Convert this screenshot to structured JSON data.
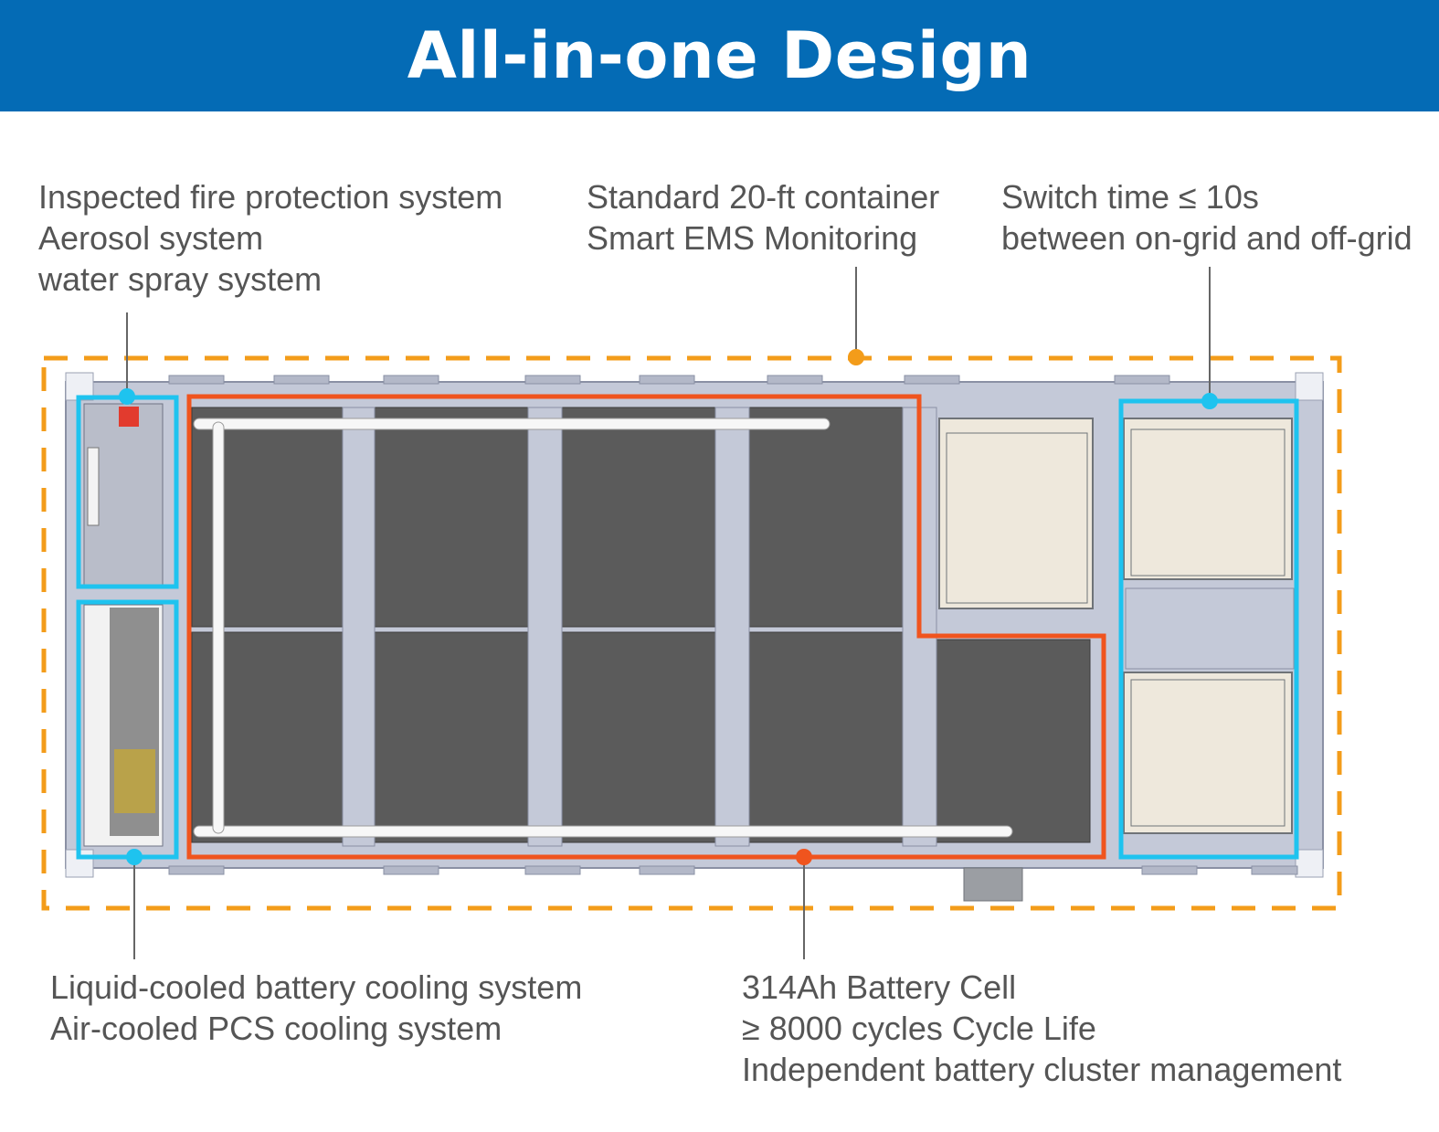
{
  "header": {
    "title": "All-in-one Design"
  },
  "callouts": {
    "fire_protection": {
      "lines": [
        "Inspected fire protection system",
        "Aerosol system",
        "water spray system"
      ]
    },
    "container": {
      "lines": [
        "Standard 20-ft container",
        "Smart EMS Monitoring"
      ]
    },
    "switch_time": {
      "lines": [
        "Switch time ≤ 10s",
        "between on-grid and off-grid"
      ]
    },
    "cooling": {
      "lines": [
        "Liquid-cooled battery cooling system",
        "Air-cooled PCS cooling system"
      ]
    },
    "battery": {
      "lines": [
        "314Ah Battery Cell",
        "≥ 8000 cycles Cycle Life",
        "Independent battery cluster management"
      ]
    }
  },
  "colors": {
    "banner": "#046bb5",
    "container_outline": "#f39c1a",
    "battery_outline": "#f0541e",
    "system_outline": "#1ec3ef",
    "leader_line": "#666666",
    "battery_module": "#5b5b5b",
    "frame": "#c4c9d8",
    "cabinet": "#eee8dc"
  }
}
